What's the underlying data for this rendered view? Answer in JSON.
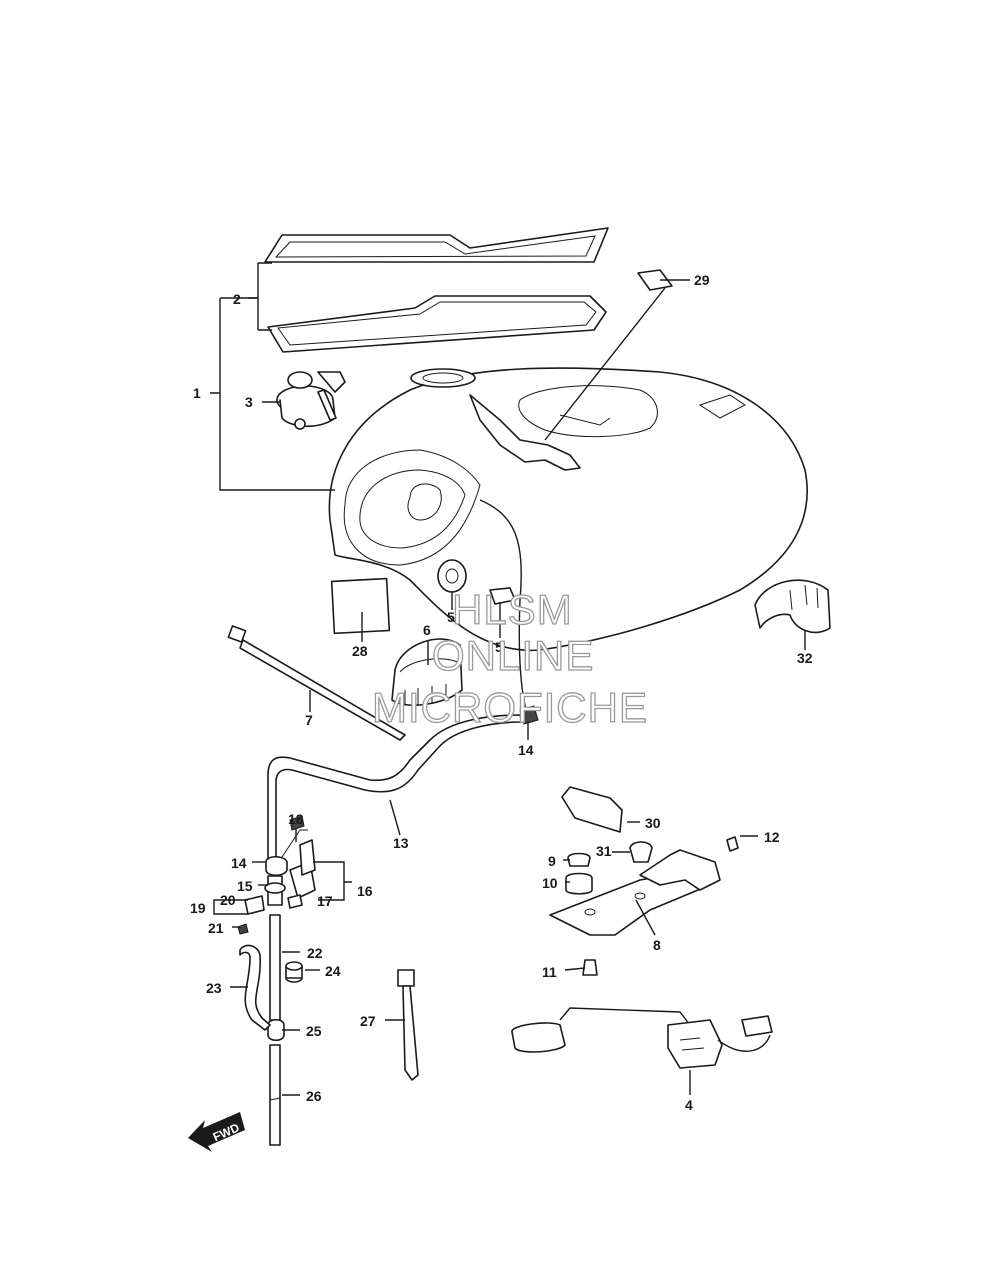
{
  "callouts": [
    "1",
    "2",
    "3",
    "4",
    "5",
    "5",
    "6",
    "7",
    "8",
    "9",
    "10",
    "11",
    "12",
    "13",
    "14",
    "14",
    "15",
    "16",
    "17",
    "18",
    "19",
    "20",
    "21",
    "22",
    "23",
    "24",
    "25",
    "26",
    "27",
    "28",
    "29",
    "30",
    "31",
    "32"
  ],
  "direction_arrow": "FWD",
  "watermark": {
    "line1": "HLSM",
    "line2": "ONLINE",
    "line3": "MICROFICHE"
  }
}
